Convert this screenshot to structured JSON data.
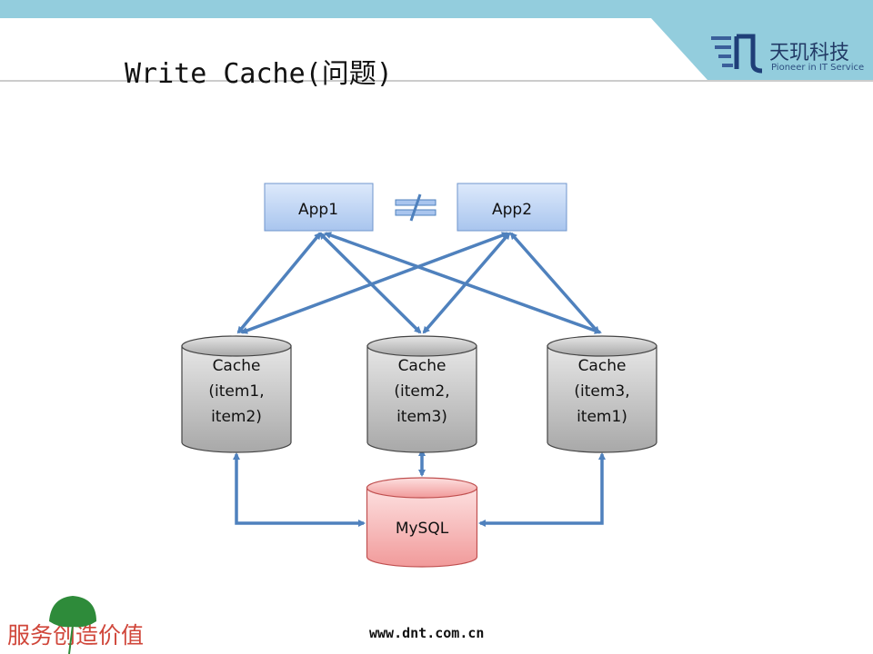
{
  "header": {
    "title": "Write Cache(问题)",
    "logo_cn": "天玑科技",
    "logo_en": "Pioneer in IT Service"
  },
  "diagram": {
    "apps": [
      {
        "label": "App1"
      },
      {
        "label": "App2"
      }
    ],
    "apps_relation": "not-equal",
    "caches": [
      {
        "lines": [
          "Cache",
          "(item1,",
          "item2)"
        ]
      },
      {
        "lines": [
          "Cache",
          "(item2,",
          "item3)"
        ]
      },
      {
        "lines": [
          "Cache",
          "(item3,",
          "item1)"
        ]
      }
    ],
    "database": {
      "label": "MySQL"
    }
  },
  "footer": {
    "slogan": "服务创造价值",
    "url": "www.dnt.com.cn"
  },
  "colors": {
    "app_fill": "#c6d9f5",
    "cache_fill": "#cfcfcf",
    "db_fill": "#f7b7b7",
    "arrow": "#4f81bd",
    "header_band": "#93cddd"
  }
}
